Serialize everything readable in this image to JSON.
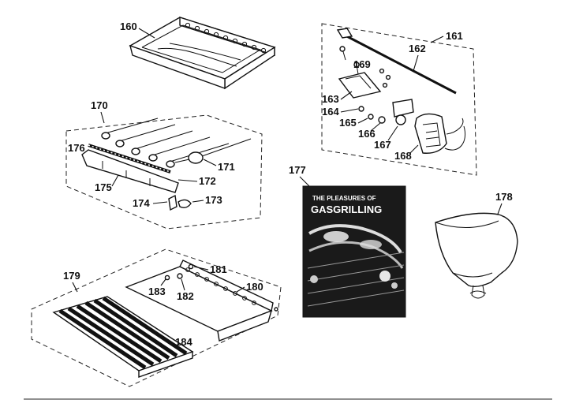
{
  "labels": {
    "p160": "160",
    "p161": "161",
    "p162": "162",
    "p163": "163",
    "p164": "164",
    "p165": "165",
    "p166": "166",
    "p167": "167",
    "p168": "168",
    "p169": "169",
    "p170": "170",
    "p171": "171",
    "p172": "172",
    "p173": "173",
    "p174": "174",
    "p175": "175",
    "p176": "176",
    "p177": "177",
    "p178": "178",
    "p179": "179",
    "p180": "180",
    "p181": "181",
    "p182": "182",
    "p183": "183",
    "p184": "184"
  },
  "booklet": {
    "title_line1": "THE PLEASURES OF",
    "title_line2": "GASGRILLING"
  },
  "colors": {
    "ink": "#111111",
    "paper": "#ffffff",
    "booklet": "#1a1a1a"
  }
}
